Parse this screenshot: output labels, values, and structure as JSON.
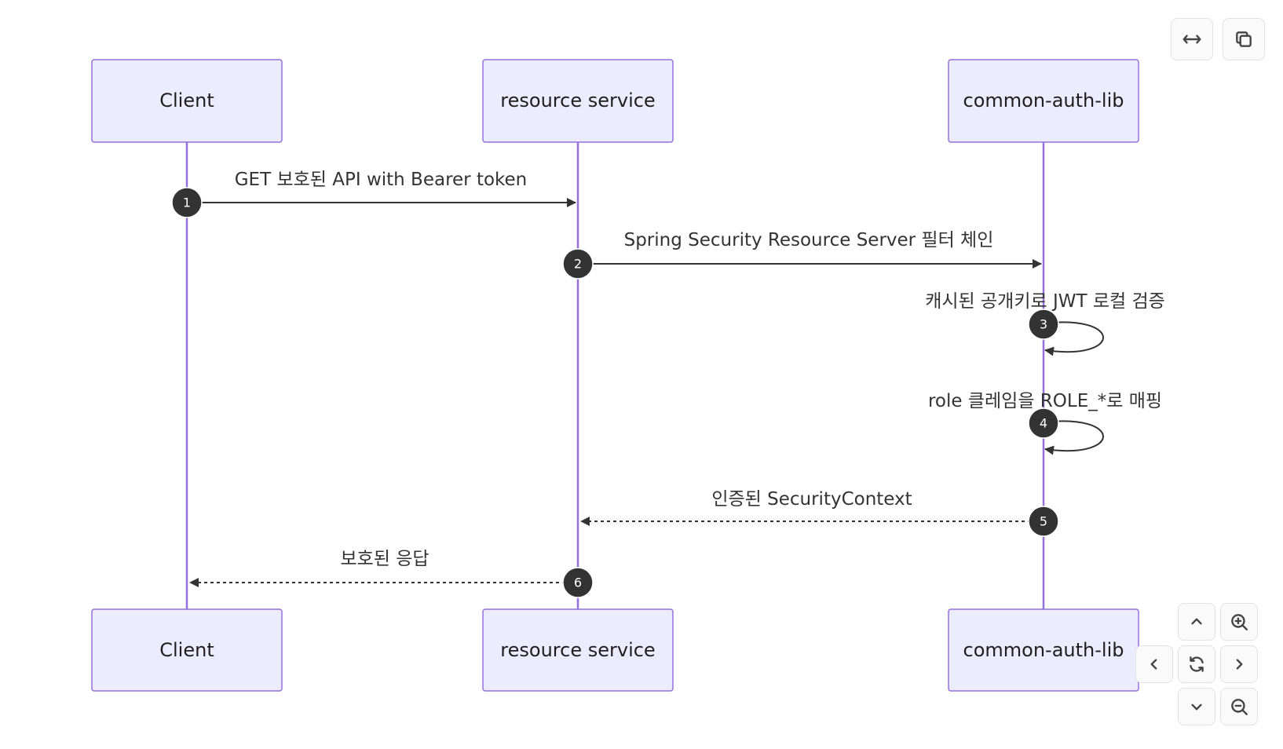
{
  "diagram": {
    "type": "sequence",
    "participants": [
      {
        "id": "client",
        "label": "Client"
      },
      {
        "id": "resource",
        "label": "resource service"
      },
      {
        "id": "auth",
        "label": "common-auth-lib"
      }
    ],
    "messages": [
      {
        "seq": "1",
        "from": "client",
        "to": "resource",
        "text": "GET 보호된 API with Bearer token",
        "style": "solid"
      },
      {
        "seq": "2",
        "from": "resource",
        "to": "auth",
        "text": "Spring Security Resource Server 필터 체인",
        "style": "solid"
      },
      {
        "seq": "3",
        "from": "auth",
        "to": "auth",
        "text": "캐시된 공개키로 JWT 로컬 검증",
        "style": "solid"
      },
      {
        "seq": "4",
        "from": "auth",
        "to": "auth",
        "text": "role 클레임을 ROLE_*로 매핑",
        "style": "solid"
      },
      {
        "seq": "5",
        "from": "auth",
        "to": "resource",
        "text": "인증된 SecurityContext",
        "style": "dotted"
      },
      {
        "seq": "6",
        "from": "resource",
        "to": "client",
        "text": "보호된 응답",
        "style": "dotted"
      }
    ]
  },
  "controls": {
    "top": [
      {
        "name": "expand-width-button",
        "icon": "horizontal-arrows-icon"
      },
      {
        "name": "copy-button",
        "icon": "copy-icon"
      }
    ],
    "pan_zoom": [
      {
        "name": "pan-up-button",
        "icon": "chevron-up-icon"
      },
      {
        "name": "zoom-in-button",
        "icon": "zoom-in-icon"
      },
      {
        "name": "pan-left-button",
        "icon": "chevron-left-icon"
      },
      {
        "name": "reset-view-button",
        "icon": "refresh-icon"
      },
      {
        "name": "pan-right-button",
        "icon": "chevron-right-icon"
      },
      {
        "name": "pan-down-button",
        "icon": "chevron-down-icon"
      },
      {
        "name": "zoom-out-button",
        "icon": "zoom-out-icon"
      }
    ]
  },
  "colors": {
    "actor_fill": "#ececff",
    "actor_stroke": "#9370db",
    "lifeline": "#9370db",
    "message": "#333333",
    "sequence_badge": "#333333"
  }
}
